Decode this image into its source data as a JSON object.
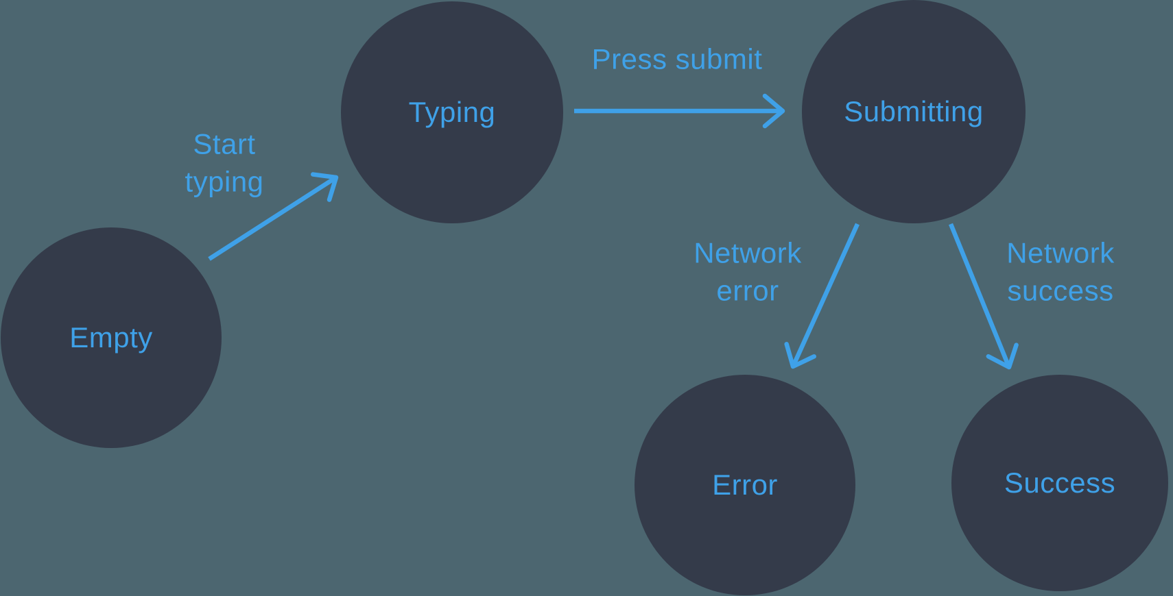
{
  "colors": {
    "background": "#4c6670",
    "node_fill": "#343b4a",
    "accent": "#3fa1e8"
  },
  "nodes": [
    {
      "id": "empty",
      "label": "Empty"
    },
    {
      "id": "typing",
      "label": "Typing"
    },
    {
      "id": "submitting",
      "label": "Submitting"
    },
    {
      "id": "error",
      "label": "Error"
    },
    {
      "id": "success",
      "label": "Success"
    }
  ],
  "transitions": [
    {
      "from": "empty",
      "to": "typing",
      "label": "Start\ntyping"
    },
    {
      "from": "typing",
      "to": "submitting",
      "label": "Press submit"
    },
    {
      "from": "submitting",
      "to": "error",
      "label": "Network\nerror"
    },
    {
      "from": "submitting",
      "to": "success",
      "label": "Network\nsuccess"
    }
  ]
}
